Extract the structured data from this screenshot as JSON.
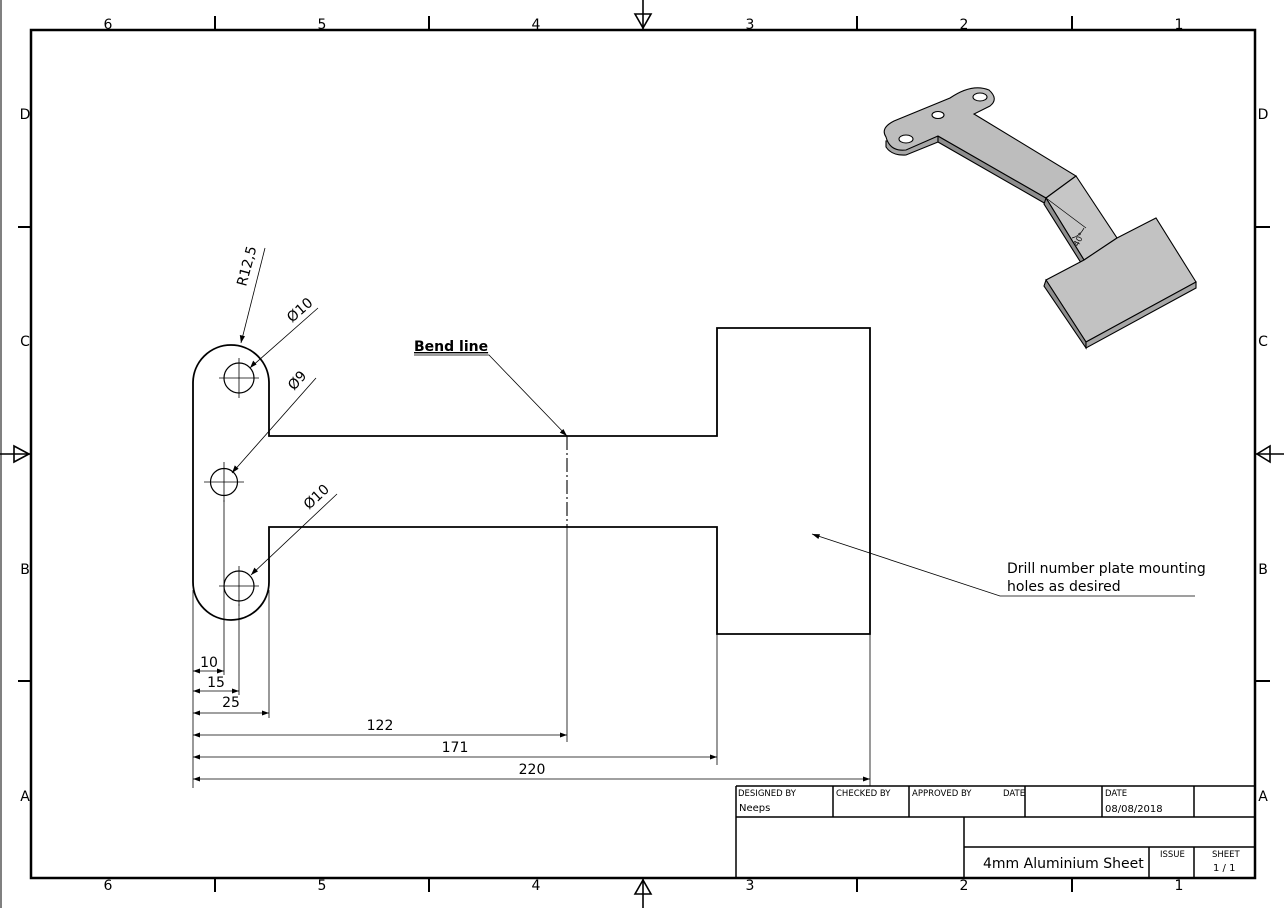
{
  "border": {
    "columns_top": [
      "6",
      "5",
      "4",
      "3",
      "2",
      "1"
    ],
    "columns_bottom": [
      "6",
      "5",
      "4",
      "3",
      "2",
      "1"
    ],
    "rows_left": [
      "D",
      "C",
      "B",
      "A"
    ],
    "rows_right": [
      "D",
      "C",
      "B",
      "A"
    ]
  },
  "callouts": {
    "radius": "R12,5",
    "hole_top": "Ø10",
    "hole_middle": "Ø9",
    "hole_bottom": "Ø10",
    "bend_line": "Bend line",
    "drill_note_line1": "Drill number plate mounting",
    "drill_note_line2": "holes as desired",
    "iso_angle": "40°"
  },
  "dimensions": {
    "d10": "10",
    "d15": "15",
    "d25": "25",
    "d122": "122",
    "d171": "171",
    "d220": "220"
  },
  "title_block": {
    "designed_by_label": "DESIGNED BY",
    "designed_by": "Neeps",
    "checked_by_label": "CHECKED BY",
    "approved_by_label": "APPROVED BY",
    "approved_date_label": "DATE",
    "date_label": "DATE",
    "date": "08/08/2018",
    "title": "4mm Aluminium Sheet",
    "issue_label": "ISSUE",
    "sheet_label": "SHEET",
    "sheet": "1 / 1"
  }
}
